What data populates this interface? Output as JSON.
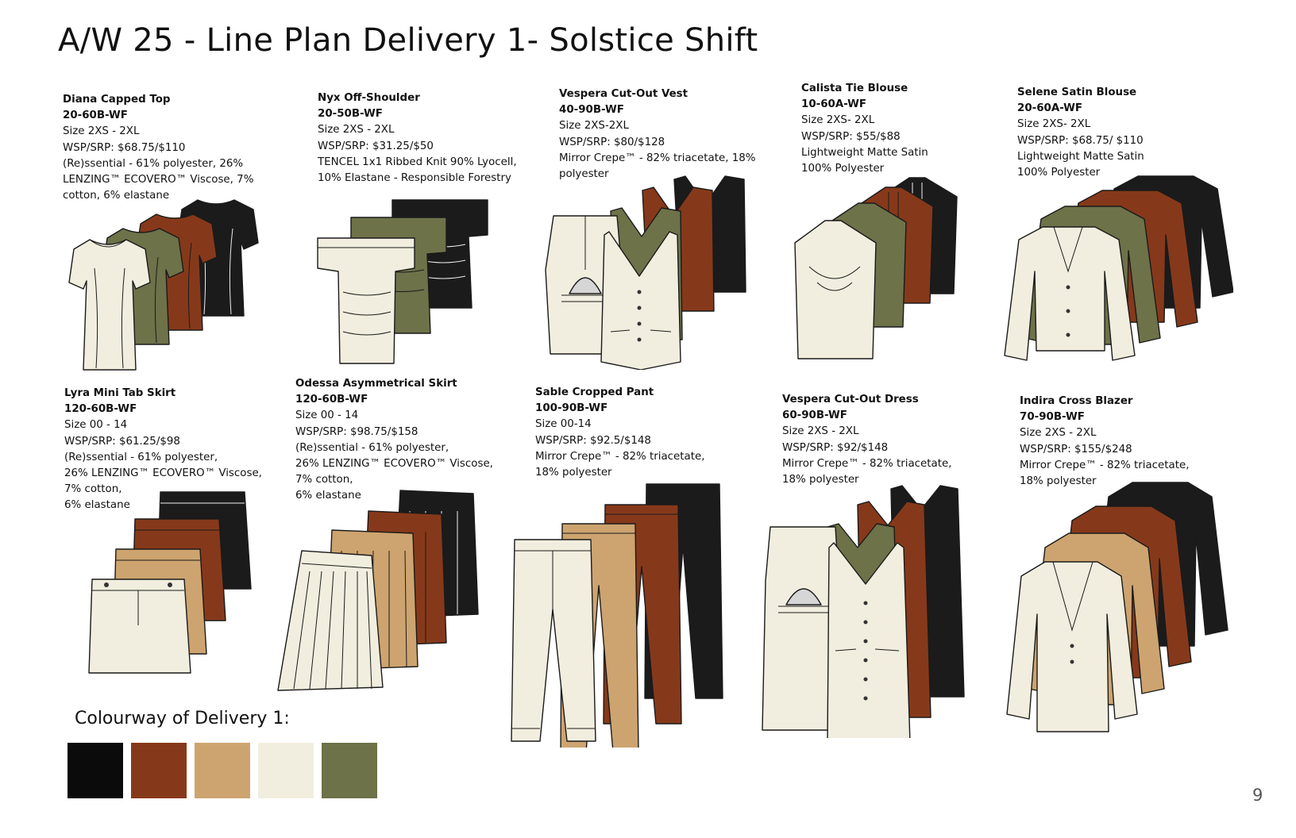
{
  "title": "A/W 25 - Line Plan Delivery 1- Solstice Shift",
  "page_number": "9",
  "colors": {
    "black": "#0b0b0b",
    "rust": "#86391a",
    "camel": "#cda46f",
    "cream": "#f1eedf",
    "olive": "#6d7249"
  },
  "products": [
    {
      "name": "Diana Capped Top",
      "code": "20-60B-WF",
      "size": "Size 2XS - 2XL",
      "price": "WSP/SRP: $68.75/$110",
      "fabric": [
        "(Re)ssential - 61% polyester, 26%",
        "LENZING™ ECOVERO™ Viscose, 7%",
        "cotton, 6% elastane"
      ]
    },
    {
      "name": "Nyx Off-Shoulder",
      "code": "20-50B-WF",
      "size": "Size 2XS - 2XL",
      "price": "WSP/SRP: $31.25/$50",
      "fabric": [
        "TENCEL 1x1 Ribbed Knit 90% Lyocell,",
        "10% Elastane - Responsible Forestry"
      ]
    },
    {
      "name": "Vespera Cut-Out Vest",
      "code": "40-90B-WF",
      "size": "Size 2XS-2XL",
      "price": "WSP/SRP: $80/$128",
      "fabric": [
        "Mirror Crepe™ - 82% triacetate, 18%",
        "polyester"
      ]
    },
    {
      "name": "Calista Tie Blouse",
      "code": "10-60A-WF",
      "size": "Size 2XS- 2XL",
      "price": "WSP/SRP: $55/$88",
      "fabric": [
        "Lightweight Matte Satin",
        "100% Polyester"
      ]
    },
    {
      "name": "Selene Satin Blouse",
      "code": "20-60A-WF",
      "size": "Size 2XS- 2XL",
      "price": "WSP/SRP: $68.75/ $110",
      "fabric": [
        "Lightweight Matte Satin",
        "100% Polyester"
      ]
    },
    {
      "name": "Lyra Mini Tab Skirt",
      "code": "120-60B-WF",
      "size": "Size 00 - 14",
      "price": "WSP/SRP: $61.25/$98",
      "fabric": [
        "(Re)ssential - 61% polyester,",
        "26% LENZING™ ECOVERO™ Viscose,",
        "7% cotton,",
        "6% elastane"
      ]
    },
    {
      "name": "Odessa Asymmetrical Skirt",
      "code": "120-60B-WF",
      "size": "Size 00 - 14",
      "price": "WSP/SRP: $98.75/$158",
      "fabric": [
        "(Re)ssential - 61% polyester,",
        "26% LENZING™ ECOVERO™ Viscose,",
        "7% cotton,",
        "6% elastane"
      ]
    },
    {
      "name": "Sable Cropped Pant",
      "code": "100-90B-WF",
      "size": "Size 00-14",
      "price": "WSP/SRP: $92.5/$148",
      "fabric": [
        "Mirror Crepe™ - 82% triacetate,",
        "18% polyester"
      ]
    },
    {
      "name": "Vespera Cut-Out Dress",
      "code": "60-90B-WF",
      "size": "Size 2XS - 2XL",
      "price": "WSP/SRP: $92/$148",
      "fabric": [
        "Mirror Crepe™ - 82% triacetate,",
        "18% polyester"
      ]
    },
    {
      "name": "Indira Cross Blazer",
      "code": "70-90B-WF",
      "size": "Size 2XS - 2XL",
      "price": "WSP/SRP: $155/$248",
      "fabric": [
        "Mirror Crepe™ - 82% triacetate,",
        "18% polyester"
      ]
    }
  ],
  "colourway": {
    "heading": "Colourway of Delivery 1:",
    "swatches": [
      "#0b0b0b",
      "#86391a",
      "#cda46f",
      "#f1eedf",
      "#6d7249"
    ]
  }
}
